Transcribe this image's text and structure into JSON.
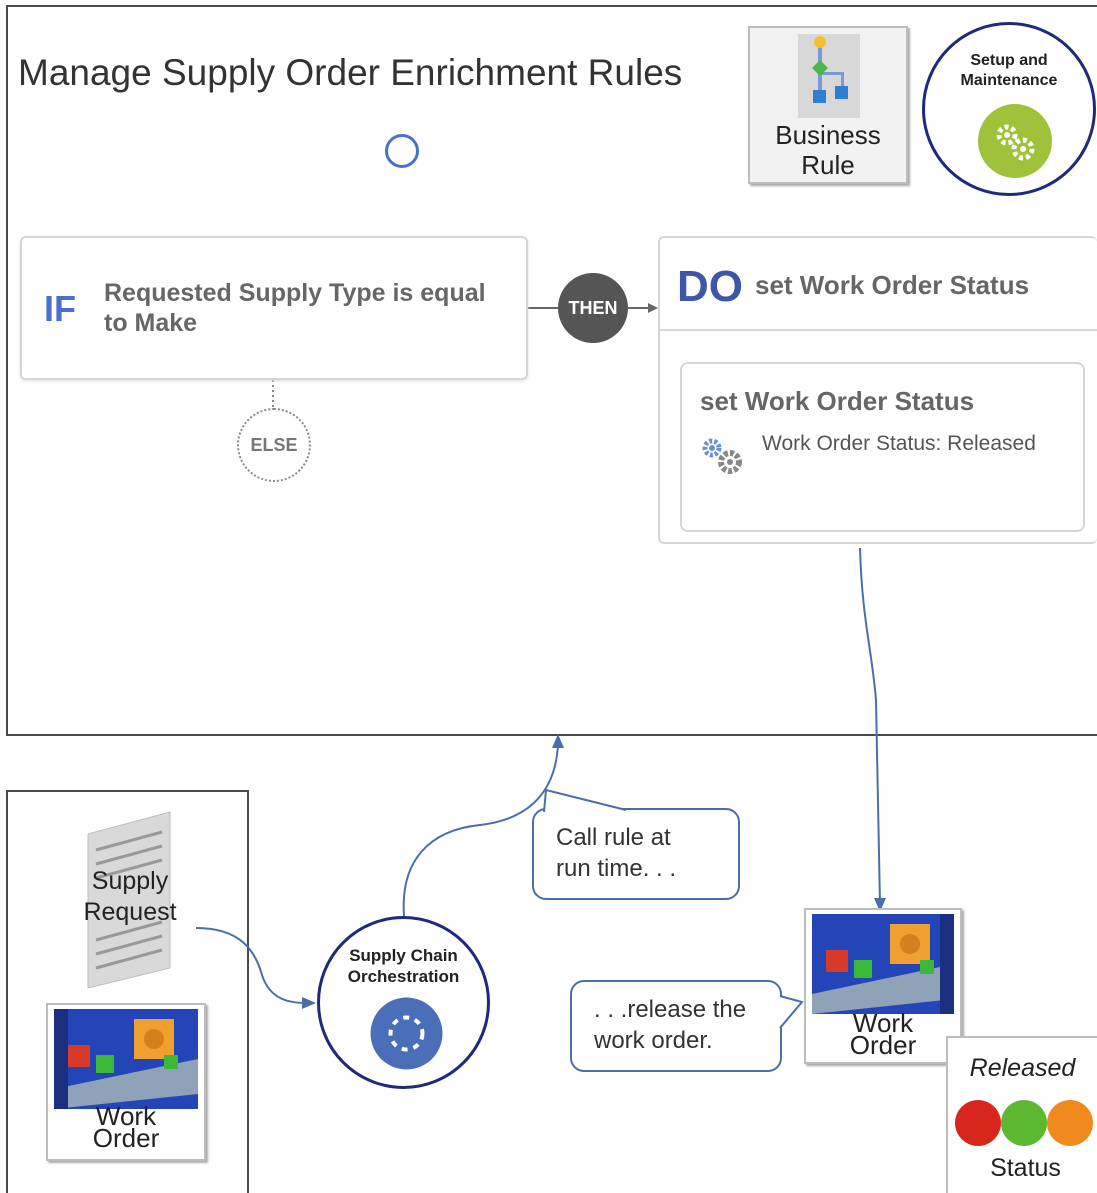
{
  "title": "Manage Supply Order Enrichment Rules",
  "business_rule_tile": {
    "label_line1": "Business",
    "label_line2": "Rule"
  },
  "setup_badge": {
    "label_line1": "Setup and",
    "label_line2": "Maintenance"
  },
  "if_card": {
    "keyword": "IF",
    "condition_line1": "Requested Supply Type is equal",
    "condition_line2": "to Make"
  },
  "then_label": "THEN",
  "else_label": "ELSE",
  "do_card": {
    "keyword": "DO",
    "title": "set Work Order Status",
    "action": {
      "title": "set Work Order Status",
      "detail": "Work Order Status: Released"
    }
  },
  "callout_call": {
    "line1": "Call rule at",
    "line2": "run time. . ."
  },
  "callout_release": {
    "line1": ". . .release the",
    "line2": "work order."
  },
  "supply_request": {
    "line1": "Supply",
    "line2": "Request"
  },
  "work_order_left": {
    "line1": "Work",
    "line2": "Order"
  },
  "orchestration": {
    "line1": "Supply Chain",
    "line2": "Orchestration"
  },
  "work_order_right": {
    "line1": "Work",
    "line2": "Order"
  },
  "status_tile": {
    "value": "Released",
    "label": "Status"
  },
  "colors": {
    "frame": "#4a4a4a",
    "keyword_blue": "#4a6fd0",
    "badge_navy": "#1f2a7a",
    "setup_green": "#9fc23a",
    "then_gray": "#555555",
    "connector": "#4a6fa8"
  }
}
